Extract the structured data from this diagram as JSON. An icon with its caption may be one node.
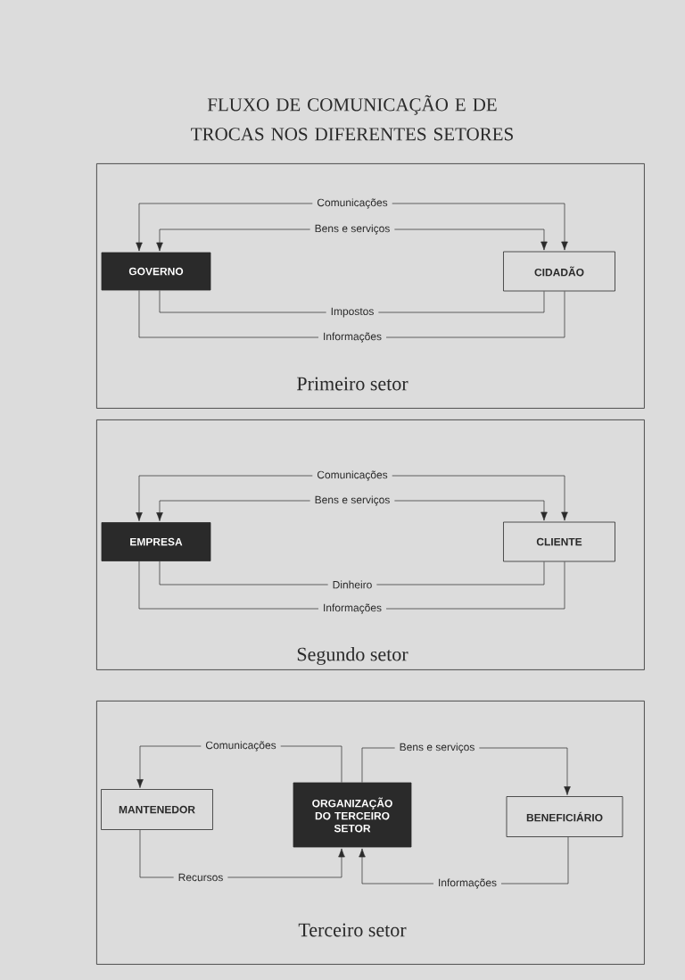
{
  "diagram": {
    "title": "FLUXO DE COMUNICAÇÃO E DE TROCAS NOS DIFERENTES SETORES",
    "nodes": [
      {
        "text": [
          "Primeiro setor"
        ]
      },
      {
        "text": [
          "GOVERNO"
        ],
        "in": 0
      },
      {
        "text": [
          "CIDADÃO"
        ],
        "in": 0
      },
      {
        "text": [
          "Segundo setor"
        ]
      },
      {
        "text": [
          "EMPRESA"
        ],
        "in": 3
      },
      {
        "text": [
          "CLIENTE"
        ],
        "in": 3
      },
      {
        "text": [
          "Terceiro setor"
        ]
      },
      {
        "text": [
          "MANTENEDOR"
        ],
        "in": 6
      },
      {
        "text": [
          "ORGANIZAÇÃO DO TERCEIRO SETOR"
        ],
        "in": 6
      },
      {
        "text": [
          "BENEFICIÁRIO"
        ],
        "in": 6
      }
    ],
    "edges": [
      {
        "from": 1,
        "to": 2,
        "arrow": "both",
        "label": "Comunicações"
      },
      {
        "from": 1,
        "to": 2,
        "arrow": "both",
        "label": "Bens e serviços"
      },
      {
        "from": 1,
        "to": 2,
        "arrow": "none",
        "label": "Impostos"
      },
      {
        "from": 1,
        "to": 2,
        "arrow": "none",
        "label": "Informações"
      },
      {
        "from": 4,
        "to": 5,
        "arrow": "both",
        "label": "Comunicações"
      },
      {
        "from": 4,
        "to": 5,
        "arrow": "both",
        "label": "Bens e serviços"
      },
      {
        "from": 4,
        "to": 5,
        "arrow": "none",
        "label": "Dinheiro"
      },
      {
        "from": 4,
        "to": 5,
        "arrow": "none",
        "label": "Informações"
      },
      {
        "from": 8,
        "to": 7,
        "arrow": "to",
        "label": "Comunicações"
      },
      {
        "from": 8,
        "to": 9,
        "arrow": "to",
        "label": "Bens e serviços"
      },
      {
        "from": 7,
        "to": 8,
        "arrow": "to",
        "label": "Recursos"
      },
      {
        "from": 9,
        "to": 8,
        "arrow": "to",
        "label": "Informações"
      }
    ]
  }
}
